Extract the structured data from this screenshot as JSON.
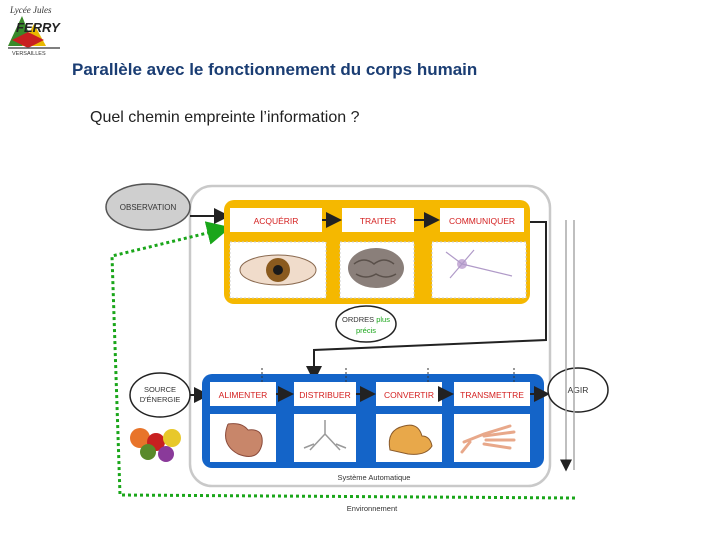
{
  "slide": {
    "title": "Parallèle avec le fonctionnement du corps humain",
    "subtitle": "Quel chemin empreinte l’information ?"
  },
  "logo": {
    "top_text": "Lycée Jules",
    "main_text": "FERRY",
    "bottom_text": "VERSAILLES"
  },
  "diagram": {
    "observation": "OBSERVATION",
    "info_chain": [
      "ACQUÉRIR",
      "TRAITER",
      "COMMUNIQUER"
    ],
    "orders_line1_a": "ORDRES ",
    "orders_line1_b": "plus",
    "orders_line2": "précis",
    "energy_line1": "SOURCE",
    "energy_line2": "D'ÉNERGIE",
    "power_chain": [
      "ALIMENTER",
      "DISTRIBUER",
      "CONVERTIR",
      "TRANSMETTRE"
    ],
    "agir": "AGIR",
    "system_label": "Système Automatique",
    "environment_label": "Environnement",
    "icons": [
      "eye-image",
      "brain-image",
      "neuron-image",
      "stomach-image",
      "lungs-image",
      "muscle-image",
      "hand-image",
      "fruits-image"
    ]
  },
  "colors": {
    "title": "#1a3d73",
    "info_chain": "#f5b800",
    "power_chain": "#1464c8",
    "box_label": "#d42020",
    "dotted_path": "#1aa61a"
  }
}
